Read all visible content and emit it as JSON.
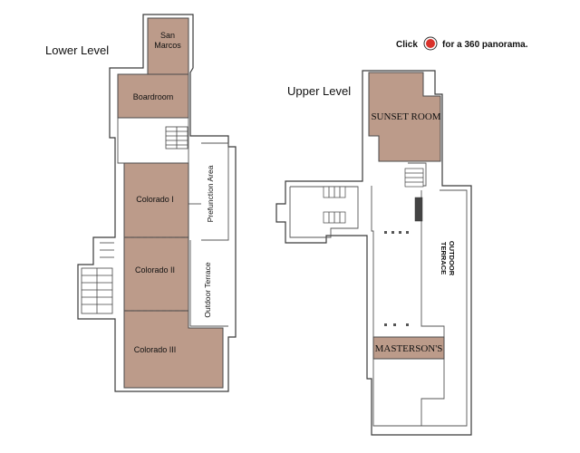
{
  "legend": {
    "before": "Click",
    "after": "for a 360 panorama.",
    "marker_color": "#d9322b"
  },
  "levels": {
    "lower": "Lower Level",
    "upper": "Upper Level"
  },
  "rooms": {
    "san_marcos_1": "San",
    "san_marcos_2": "Marcos",
    "boardroom": "Boardroom",
    "colorado_1": "Colorado I",
    "colorado_2": "Colorado II",
    "colorado_3": "Colorado III",
    "sunset_room": "SUNSET ROOM",
    "mastersons": "MASTERSON'S"
  },
  "areas": {
    "prefunction": "Prefunction Area",
    "outdoor_terrace_lower": "Outdoor Terrace",
    "outdoor_terrace_upper_1": "OUTDOOR",
    "outdoor_terrace_upper_2": "TERRACE"
  },
  "colors": {
    "room_fill": "#bc9b8a",
    "wall": "#3a3a3a"
  }
}
